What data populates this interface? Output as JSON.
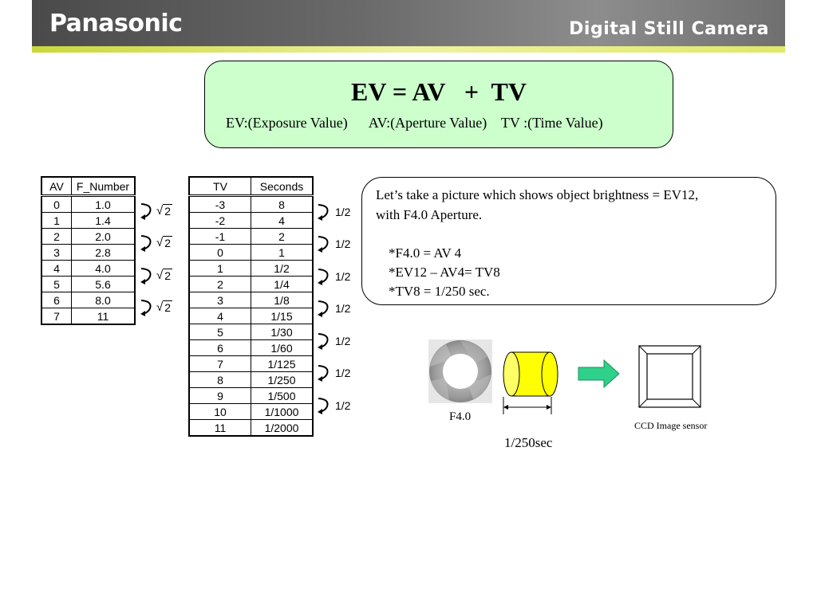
{
  "header": {
    "brand": "Panasonic",
    "title": "Digital Still Camera"
  },
  "formula": {
    "equation": "EV = AV   +  TV",
    "definitions": "EV:(Exposure Value)      AV:(Aperture Value)    TV :(Time Value)"
  },
  "av_table": {
    "headers": [
      "AV",
      "F_Number"
    ],
    "rows": [
      [
        "0",
        "1.0"
      ],
      [
        "1",
        "1.4"
      ],
      [
        "2",
        "2.0"
      ],
      [
        "3",
        "2.8"
      ],
      [
        "4",
        "4.0"
      ],
      [
        "5",
        "5.6"
      ],
      [
        "6",
        "8.0"
      ],
      [
        "7",
        "11"
      ]
    ],
    "step_label": "2"
  },
  "tv_table": {
    "headers": [
      "TV",
      "Seconds"
    ],
    "rows": [
      [
        "-3",
        "8"
      ],
      [
        "-2",
        "4"
      ],
      [
        "-1",
        "2"
      ],
      [
        "0",
        "1"
      ],
      [
        "1",
        "1/2"
      ],
      [
        "2",
        "1/4"
      ],
      [
        "3",
        "1/8"
      ],
      [
        "4",
        "1/15"
      ],
      [
        "5",
        "1/30"
      ],
      [
        "6",
        "1/60"
      ],
      [
        "7",
        "1/125"
      ],
      [
        "8",
        "1/250"
      ],
      [
        "9",
        "1/500"
      ],
      [
        "10",
        "1/1000"
      ],
      [
        "11",
        "1/2000"
      ]
    ],
    "step_label": "1/2"
  },
  "explanation": {
    "line1": "Let’s take a picture which shows object brightness = EV12,",
    "line2": "with F4.0 Aperture.",
    "line3": "*F4.0 = AV 4",
    "line4": "*EV12 – AV4= TV8",
    "line5": "*TV8 = 1/250 sec."
  },
  "diagram": {
    "aperture_label": "F4.0",
    "shutter_label": "1/250sec",
    "sensor_label": "CCD Image sensor",
    "colors": {
      "shutter": "#ffff00",
      "arrow": "#2fd08a",
      "aperture": "#8c8c8c"
    }
  }
}
